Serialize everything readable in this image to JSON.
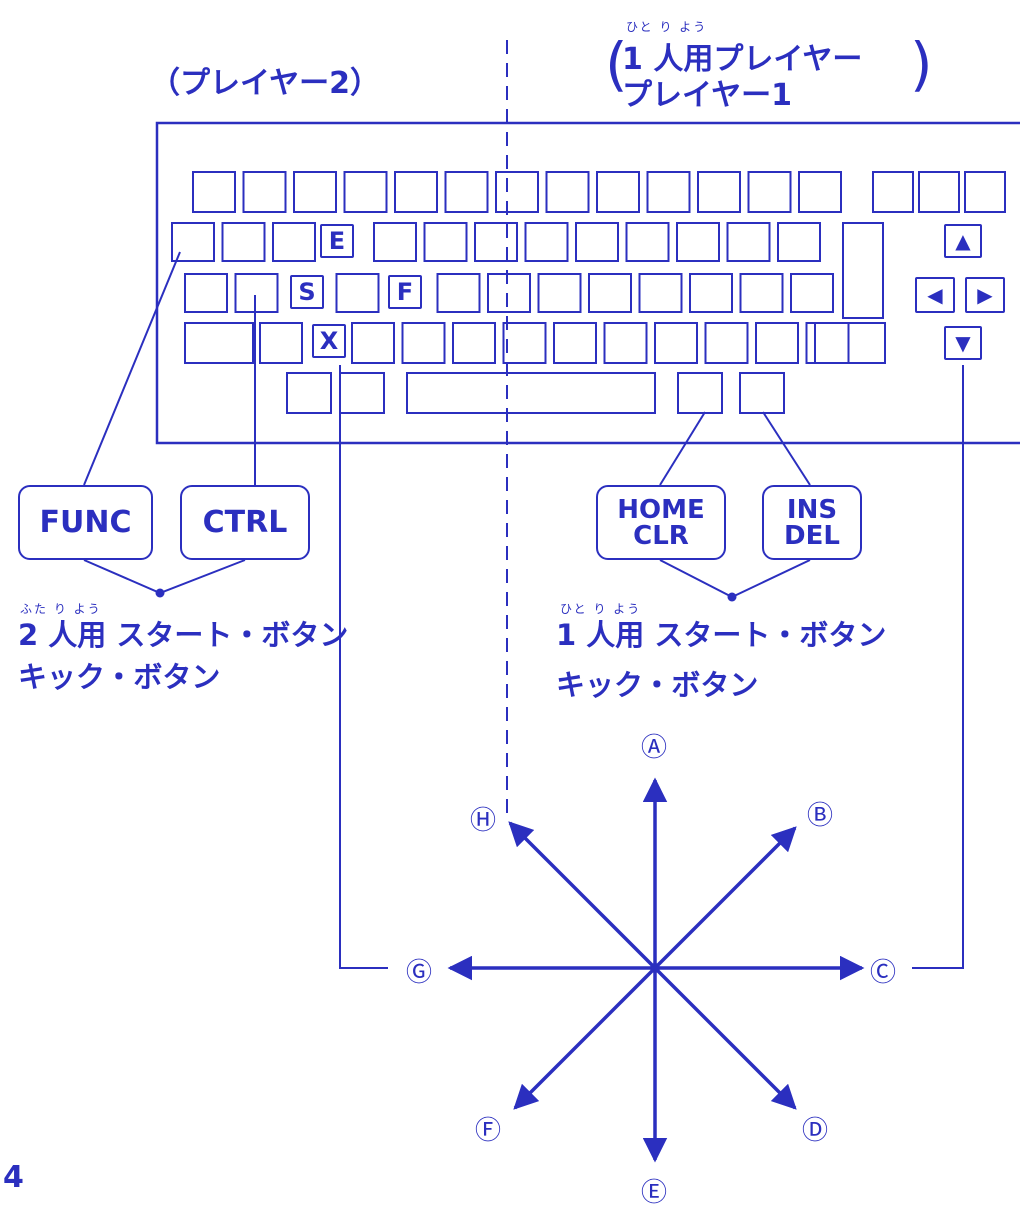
{
  "header": {
    "player2": "（プレイヤー2）",
    "player1_furigana": "ひと り よう",
    "player1_line1": "1 人用プレイヤー",
    "player1_line2": "プレイヤー1"
  },
  "keyboard": {
    "letter_keys": {
      "e": "E",
      "s": "S",
      "f": "F",
      "x": "X"
    },
    "arrow_keys": {
      "up": "▲",
      "left": "◀",
      "right": "▶",
      "down": "▼"
    }
  },
  "special_keys": {
    "func": "FUNC",
    "ctrl": "CTRL",
    "home_top": "HOME",
    "home_bottom": "CLR",
    "ins_top": "INS",
    "ins_bottom": "DEL"
  },
  "captions": {
    "left_furigana": "ふた り よう",
    "left_line1": "2 人用 スタート・ボタン",
    "left_line2": "キック・ボタン",
    "right_furigana": "ひと り よう",
    "right_line1": "1 人用 スタート・ボタン",
    "right_line2": "キック・ボタン"
  },
  "directions": {
    "a": "Ⓐ",
    "b": "Ⓑ",
    "c": "Ⓒ",
    "d": "Ⓓ",
    "e": "Ⓔ",
    "f": "Ⓕ",
    "g": "Ⓖ",
    "h": "Ⓗ"
  },
  "page_number": "4",
  "colors": {
    "ink": "#2b2fbf",
    "paper": "#ffffff"
  }
}
